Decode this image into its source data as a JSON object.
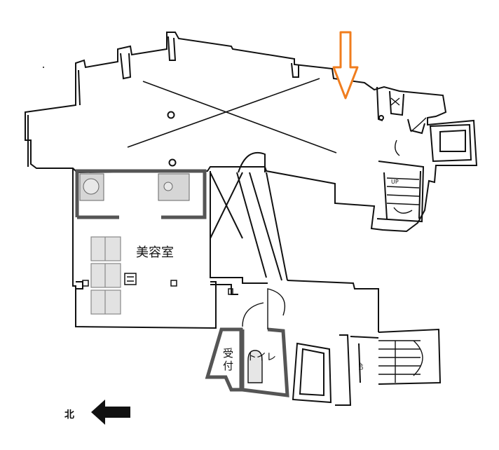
{
  "labels": {
    "salon": "美容室",
    "reception_line1": "受",
    "reception_line2": "付",
    "toilet": "トイレ",
    "north": "北",
    "up_mark_1": "UP",
    "up_mark_2": "UP"
  },
  "colors": {
    "wall": "#111111",
    "highlight_wall": "#555555",
    "entrance_arrow": "#f07d1e",
    "north_arrow": "#111111",
    "fixture_fill": "#d6d6d6"
  },
  "icons": {
    "entrance": "down-arrow-outline-icon",
    "north": "left-arrow-filled-icon"
  }
}
